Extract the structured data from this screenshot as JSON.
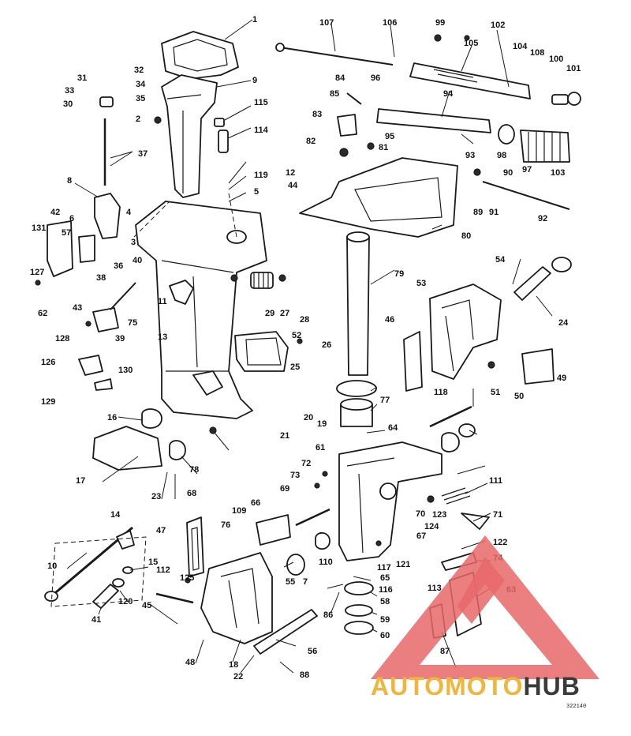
{
  "diagram": {
    "drawing_code": "322140",
    "callouts": [
      "1",
      "2",
      "3",
      "4",
      "5",
      "6",
      "7",
      "8",
      "9",
      "10",
      "11",
      "12",
      "13",
      "14",
      "15",
      "16",
      "17",
      "18",
      "19",
      "20",
      "21",
      "22",
      "23",
      "24",
      "25",
      "26",
      "27",
      "28",
      "29",
      "30",
      "31",
      "32",
      "33",
      "34",
      "35",
      "36",
      "37",
      "38",
      "39",
      "40",
      "41",
      "42",
      "43",
      "44",
      "45",
      "46",
      "47",
      "48",
      "49",
      "50",
      "51",
      "52",
      "53",
      "54",
      "55",
      "56",
      "57",
      "58",
      "59",
      "60",
      "61",
      "62",
      "63",
      "64",
      "65",
      "66",
      "67",
      "68",
      "69",
      "70",
      "71",
      "72",
      "73",
      "74",
      "75",
      "76",
      "77",
      "78",
      "79",
      "80",
      "81",
      "82",
      "83",
      "84",
      "85",
      "86",
      "87",
      "88",
      "89",
      "90",
      "91",
      "92",
      "93",
      "94",
      "95",
      "96",
      "97",
      "98",
      "99",
      "100",
      "101",
      "102",
      "103",
      "104",
      "105",
      "106",
      "107",
      "108",
      "109",
      "110",
      "111",
      "112",
      "113",
      "114",
      "115",
      "116",
      "117",
      "118",
      "119",
      "120",
      "121",
      "122",
      "123",
      "124",
      "125",
      "126",
      "127",
      "128",
      "129",
      "130",
      "131"
    ]
  },
  "watermark": {
    "brand_part1": "AUTO",
    "brand_part2": "MOTO",
    "brand_part3": "HUB",
    "color_part1": "#f2b53c",
    "color_part2": "#f2b53c",
    "color_part3": "#3a3a3a",
    "triangle_color": "#e8686a"
  }
}
